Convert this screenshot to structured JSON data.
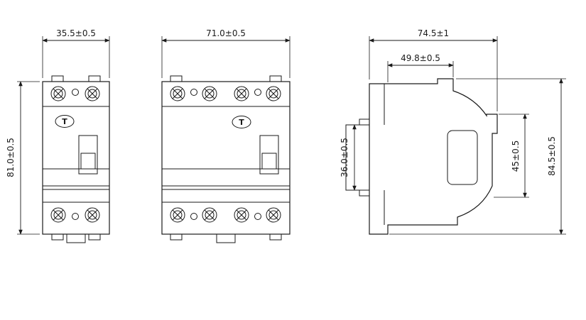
{
  "drawing": {
    "background": "#ffffff",
    "line_color": "#1a1a1a",
    "test_button_label": "T",
    "front_2pole": {
      "width_dim": "35.5±0.5",
      "height_dim": "81.0±0.5"
    },
    "front_4pole": {
      "width_dim": "71.0±0.5"
    },
    "side": {
      "overall_width_dim": "74.5±1",
      "upper_width_dim": "49.8±0.5",
      "clip_height_dim": "36.0±0.5",
      "front_height_dim": "45±0.5",
      "overall_height_dim": "84.5±0.5"
    }
  }
}
